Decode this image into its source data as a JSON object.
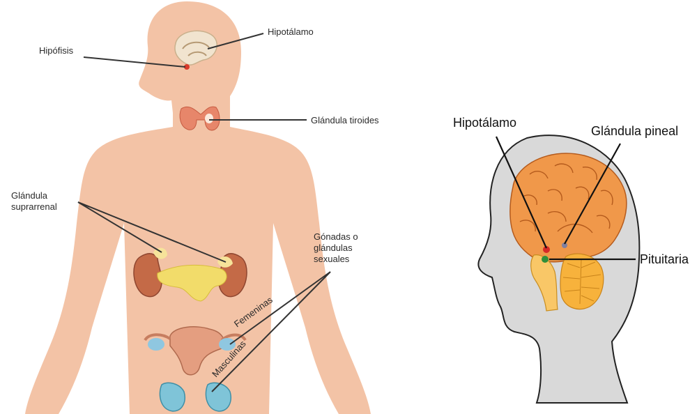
{
  "left_diagram": {
    "labels": {
      "hipofisis": "Hipófisis",
      "hipotalamo": "Hipotálamo",
      "tiroides": "Glándula tiroides",
      "suprarrenal_line1": "Glándula",
      "suprarrenal_line2": "suprarrenal",
      "gonadas_line1": "Gónadas o",
      "gonadas_line2": "glándulas",
      "gonadas_line3": "sexuales",
      "femeninas": "Femeninas",
      "masculinas": "Masculinas"
    },
    "colors": {
      "skin": "#f3c3a6",
      "kidney": "#c46a47",
      "pancreas": "#f2dc6a",
      "gland_yellow": "#f6e39a",
      "ovary_blue": "#8fc7e0",
      "uterus": "#e49e80",
      "testes": "#7fc4d8",
      "line": "#333333"
    }
  },
  "right_diagram": {
    "labels": {
      "hipotalamo": "Hipotálamo",
      "pineal": "Glándula pineal",
      "pituitaria": "Pituitaria"
    },
    "colors": {
      "head_fill": "#d9d9d9",
      "brain": "#f0984a",
      "cerebellum": "#f7b23c",
      "brainstem": "#f9c767",
      "hypothalamus_dot": "#d62828",
      "pituitary_dot": "#2f8f3a",
      "pineal_dot": "#8080a0",
      "line": "#111111"
    }
  }
}
